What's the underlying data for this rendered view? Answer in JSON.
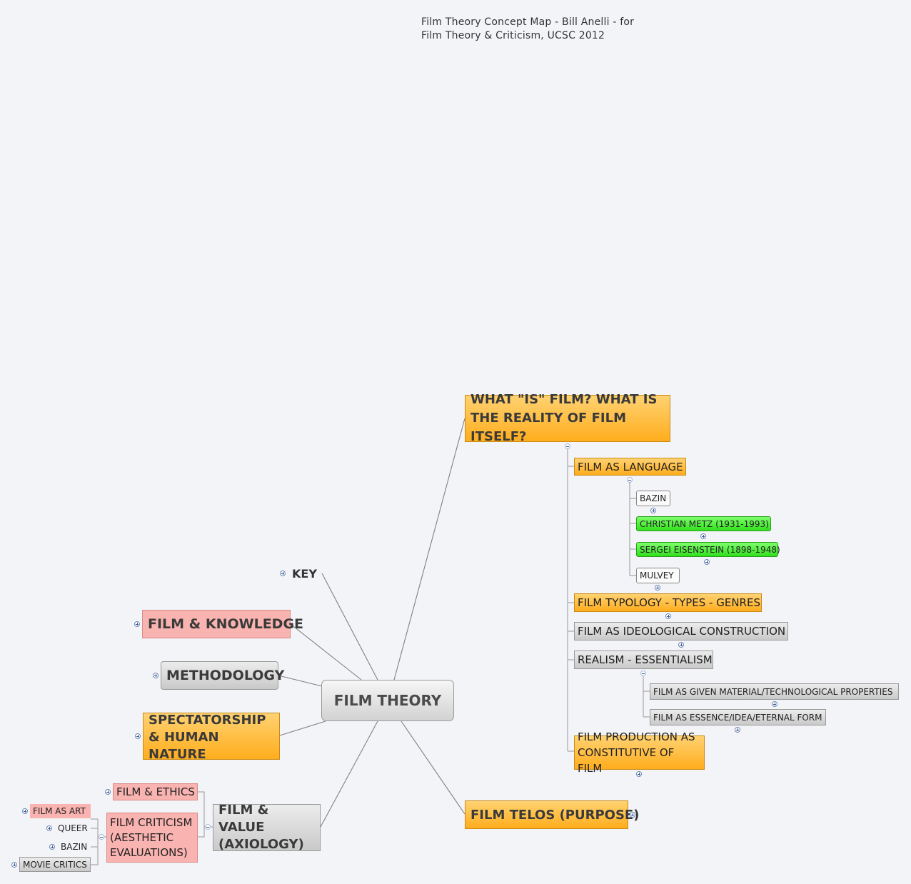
{
  "title": "Film Theory Concept Map - Bill Anelli - for Film Theory & Criticism, UCSC 2012",
  "center": "FILM THEORY",
  "key": "KEY",
  "left_nodes": {
    "knowledge": "FILM & KNOWLEDGE",
    "methodology": "METHODOLOGY",
    "spectatorship": "SPECTATORSHIP & HUMAN NATURE",
    "value": "FILM & VALUE (AXIOLOGY)",
    "ethics": "FILM & ETHICS",
    "criticism": "FILM CRITICISM (AESTHETIC EVALUATIONS)",
    "film_as_art": "FILM AS ART",
    "queer": "QUEER",
    "bazin": "BAZIN",
    "movie_critics": "MOVIE CRITICS"
  },
  "right_nodes": {
    "what_is_film": "WHAT \"IS\" FILM? WHAT IS THE REALITY OF FILM ITSELF?",
    "language": "FILM AS LANGUAGE",
    "bazin": "BAZIN",
    "metz": "CHRISTIAN METZ (1931-1993)",
    "eisenstein": "SERGEI EISENSTEIN (1898-1948)",
    "mulvey": "MULVEY",
    "typology": "FILM TYPOLOGY - TYPES - GENRES",
    "ideological": "FILM AS IDEOLOGICAL CONSTRUCTION",
    "realism": "REALISM - ESSENTIALISM",
    "given_material": "FILM AS GIVEN MATERIAL/TECHNOLOGICAL PROPERTIES",
    "essence": "FILM AS ESSENCE/IDEA/ETERNAL FORM",
    "production": "FILM PRODUCTION AS CONSTITUTIVE OF FILM",
    "telos": "FILM TELOS (PURPOSE)"
  },
  "colors": {
    "orange": "#ffad1d",
    "pink": "#f9b3b0",
    "gray": "#c9c9c9",
    "green": "#31e01d",
    "line": "#7f7f7f"
  }
}
